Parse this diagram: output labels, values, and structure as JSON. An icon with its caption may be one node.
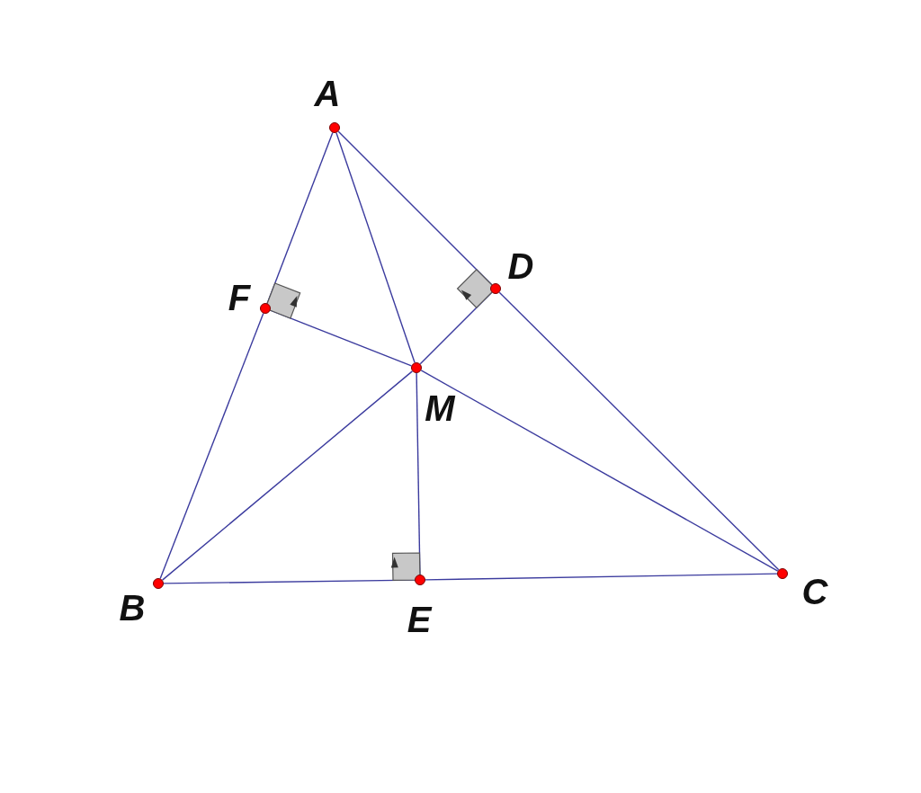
{
  "diagram": {
    "nodes": [
      {
        "text": [
          "A"
        ]
      },
      {
        "text": [
          "F"
        ]
      },
      {
        "text": [
          "D"
        ]
      },
      {
        "text": [
          "M"
        ]
      },
      {
        "text": [
          "B"
        ]
      },
      {
        "text": [
          "E"
        ]
      },
      {
        "text": [
          "C"
        ]
      }
    ],
    "edges": [
      {
        "from": 0,
        "to": 1,
        "arrow": "none"
      },
      {
        "from": 1,
        "to": 4,
        "arrow": "none"
      },
      {
        "from": 0,
        "to": 2,
        "arrow": "none"
      },
      {
        "from": 2,
        "to": 6,
        "arrow": "none"
      },
      {
        "from": 4,
        "to": 5,
        "arrow": "none"
      },
      {
        "from": 5,
        "to": 6,
        "arrow": "none"
      },
      {
        "from": 0,
        "to": 3,
        "arrow": "none"
      },
      {
        "from": 4,
        "to": 3,
        "arrow": "none"
      },
      {
        "from": 3,
        "to": 6,
        "arrow": "none"
      },
      {
        "from": 3,
        "to": 2,
        "arrow": "none"
      },
      {
        "from": 3,
        "to": 5,
        "arrow": "none"
      },
      {
        "from": 3,
        "to": 1,
        "arrow": "none"
      }
    ]
  }
}
